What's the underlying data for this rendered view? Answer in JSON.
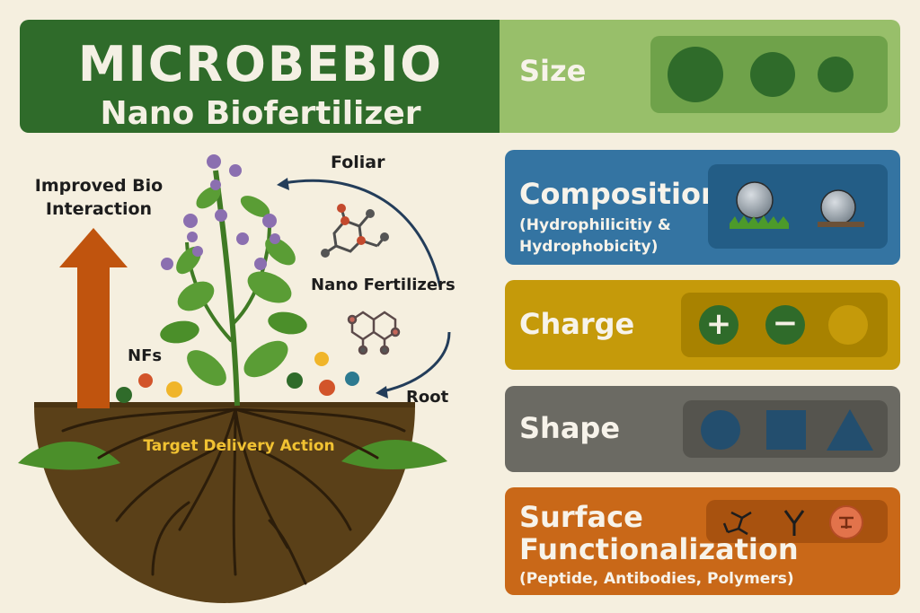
{
  "title": {
    "main": "MICROBEBIO",
    "subtitle": "Nano Biofertilizer"
  },
  "illustration": {
    "improved_label_line1": "Improved Bio",
    "improved_label_line2": "Interaction",
    "foliar_label": "Foliar",
    "nano_fertilizers_label": "Nano Fertilizers",
    "nfs_label": "NFs",
    "root_label": "Root",
    "target_delivery_label": "Target Delivery Action"
  },
  "panels": {
    "size": {
      "label": "Size"
    },
    "composition": {
      "label": "Composition",
      "detail_line1": "(Hydrophilicitiy &",
      "detail_line2": "Hydrophobicity)"
    },
    "charge": {
      "label": "Charge",
      "positive_symbol": "+",
      "negative_symbol": "−"
    },
    "shape": {
      "label": "Shape"
    },
    "surface": {
      "label_line1": "Surface",
      "label_line2": "Functionalization",
      "detail": "(Peptide, Antibodies, Polymers)"
    }
  },
  "colors": {
    "title_green": "#2f6b2a",
    "size_green": "#98bf6a",
    "composition_blue": "#3474a2",
    "charge_gold": "#c59a0a",
    "shape_gray": "#6b6a63",
    "surface_orange": "#c96818",
    "arrow_orange": "#c0540e",
    "soil_brown": "#5a4018",
    "label_yellow": "#f1c232"
  }
}
